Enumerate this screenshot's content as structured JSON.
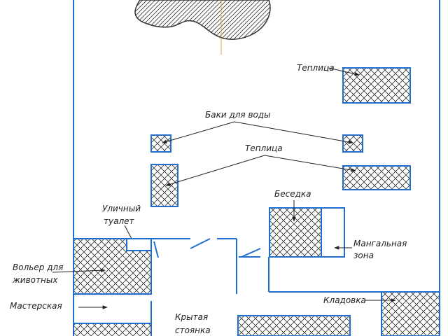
{
  "labels": {
    "greenhouse_top": "Теплица",
    "water_tanks": "Баки для воды",
    "greenhouse_mid": "Теплица",
    "gazebo": "Беседка",
    "outdoor_toilet_1": "Уличный",
    "outdoor_toilet_2": "туалет",
    "grill_zone_1": "Мангальная",
    "grill_zone_2": "зона",
    "aviary_1": "Вольер для",
    "aviary_2": "животных",
    "workshop": "Мастерская",
    "storage": "Кладовка",
    "carport_1": "Крытая",
    "carport_2": "стоянка"
  },
  "colors": {
    "wall": "#1f6fd1",
    "hatch": "#333333",
    "line": "#222222",
    "axis": "#e0a040"
  }
}
